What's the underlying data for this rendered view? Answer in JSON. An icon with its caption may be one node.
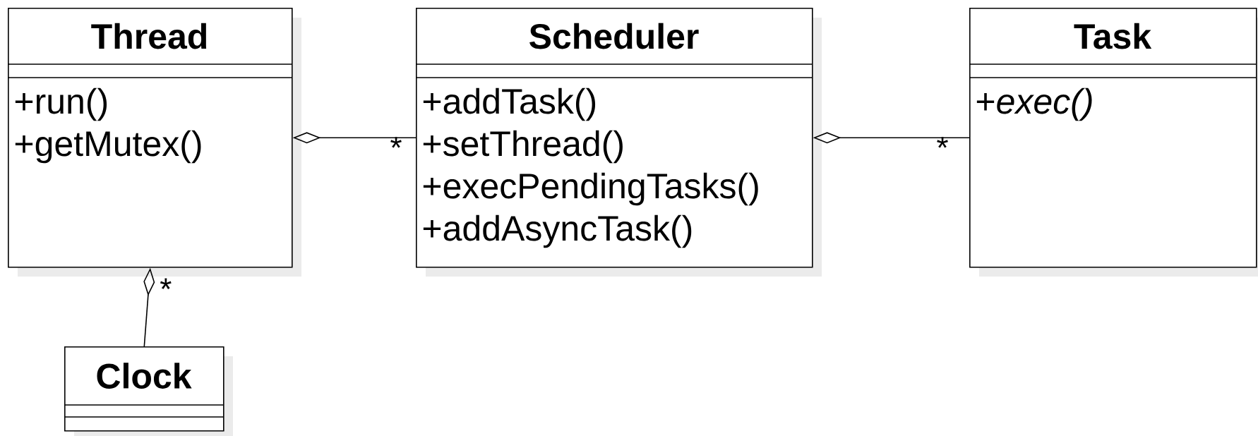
{
  "diagram": {
    "nodes": [
      {
        "text": [
          "Thread",
          "+run()",
          "+getMutex()"
        ]
      },
      {
        "text": [
          "Scheduler",
          "+addTask()",
          "+setThread()",
          "+execPendingTasks()",
          "+addAsyncTask()"
        ]
      },
      {
        "text": [
          "Task",
          "+*exec()*"
        ]
      },
      {
        "text": [
          "Clock"
        ]
      }
    ],
    "edges": [
      {
        "from": 0,
        "to": 1,
        "arrow": "other",
        "label": "*"
      },
      {
        "from": 1,
        "to": 2,
        "arrow": "other",
        "label": "*"
      },
      {
        "from": 0,
        "to": 3,
        "arrow": "other",
        "label": "*"
      }
    ]
  }
}
